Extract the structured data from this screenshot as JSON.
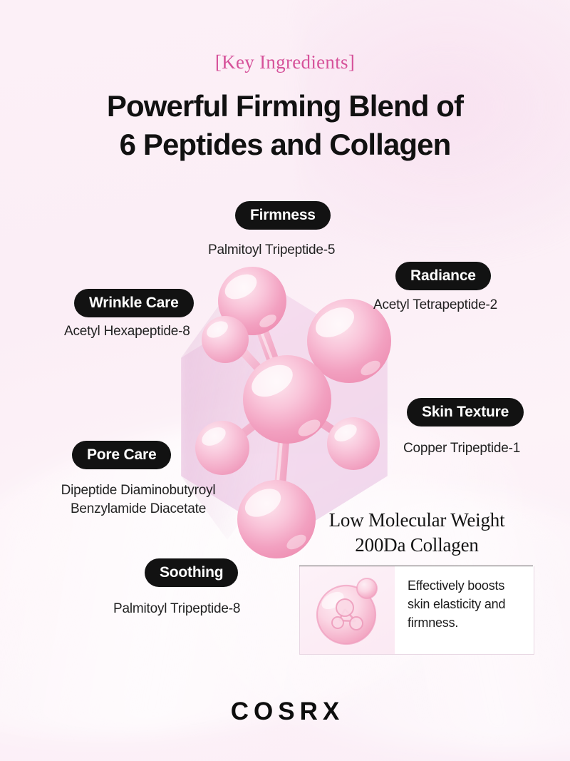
{
  "header": {
    "eyebrow": "[Key Ingredients]",
    "headline_line1": "Powerful Firming Blend of",
    "headline_line2": "6 Peptides and Collagen",
    "eyebrow_color": "#d6529a",
    "headline_color": "#111111"
  },
  "ingredients": [
    {
      "tag": "Firmness",
      "name": "Palmitoyl Tripeptide-5"
    },
    {
      "tag": "Wrinkle Care",
      "name": "Acetyl Hexapeptide-8"
    },
    {
      "tag": "Radiance",
      "name": "Acetyl Tetrapeptide-2"
    },
    {
      "tag": "Skin Texture",
      "name": "Copper Tripeptide-1"
    },
    {
      "tag": "Pore Care",
      "name": "Dipeptide Diaminobutyroyl Benzylamide Diacetate"
    },
    {
      "tag": "Soothing",
      "name": "Palmitoyl Tripeptide-8"
    }
  ],
  "collagen_card": {
    "title_line1": "Low Molecular Weight",
    "title_line2": "200Da Collagen",
    "description": "Effectively boosts skin elasticity and firmness.",
    "thumb_icon": "collagen-bubble-icon"
  },
  "artwork": {
    "molecule_icon": "peptide-molecule-icon",
    "sphere_color": "#f3a9c4",
    "hex_backdrop_color": "#f3d6ec"
  },
  "footer": {
    "brand": "COSRX"
  }
}
